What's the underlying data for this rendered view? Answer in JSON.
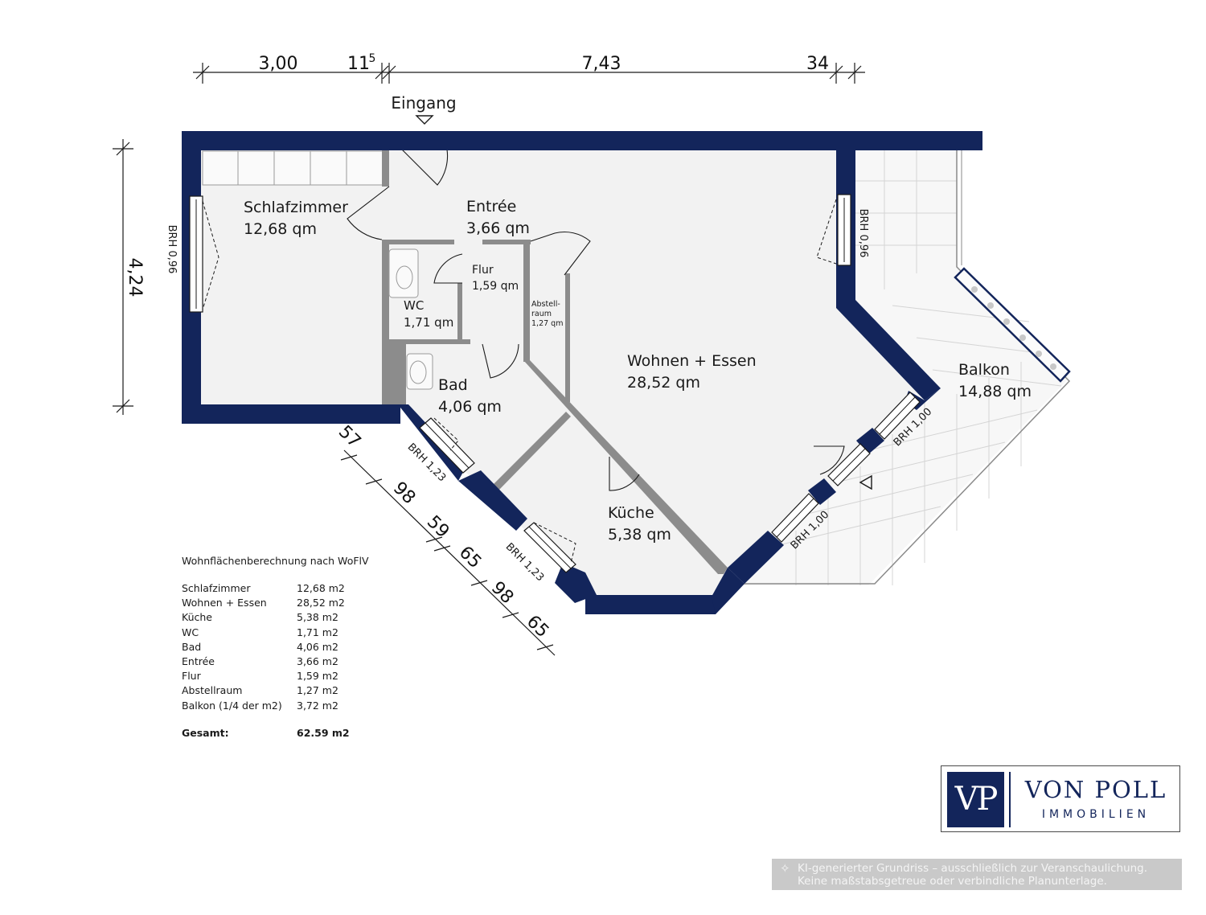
{
  "entrance_label": "Eingang",
  "dimensions": {
    "top": [
      "3,00",
      "11",
      "5",
      "7,43",
      "34"
    ],
    "left": "4,24",
    "diagonal": [
      "57",
      "98",
      "59",
      "65",
      "98",
      "65"
    ]
  },
  "rooms": [
    {
      "name": "Schlafzimmer",
      "area": "12,68 qm"
    },
    {
      "name": "Entrée",
      "area": "3,66 qm"
    },
    {
      "name": "Flur",
      "area": "1,59 qm"
    },
    {
      "name": "WC",
      "area": "1,71 qm"
    },
    {
      "name": "Abstell-",
      "name2": "raum",
      "area": "1,27 qm"
    },
    {
      "name": "Bad",
      "area": "4,06 qm"
    },
    {
      "name": "Wohnen + Essen",
      "area": "28,52 qm"
    },
    {
      "name": "Küche",
      "area": "5,38 qm"
    },
    {
      "name": "Balkon",
      "area": "14,88 qm"
    }
  ],
  "window_labels": [
    "BRH 0,96",
    "BRH 0,96",
    "BRH 1,23",
    "BRH 1,23",
    "BRH 1,00",
    "BRH 1,00"
  ],
  "area_table": {
    "heading": "Wohnflächenberechnung nach WoFlV",
    "rows": [
      {
        "name": "Schlafzimmer",
        "value": "12,68 m2"
      },
      {
        "name": "Wohnen + Essen",
        "value": "28,52 m2"
      },
      {
        "name": "Küche",
        "value": "5,38 m2"
      },
      {
        "name": "WC",
        "value": "1,71 m2"
      },
      {
        "name": "Bad",
        "value": "4,06 m2"
      },
      {
        "name": "Entrée",
        "value": "3,66 m2"
      },
      {
        "name": "Flur",
        "value": "1,59 m2"
      },
      {
        "name": "Abstellraum",
        "value": "1,27 m2"
      },
      {
        "name": "Balkon (1/4 der m2)",
        "value": "3,72 m2"
      }
    ],
    "total_label": "Gesamt:",
    "total_value": "62.59 m2"
  },
  "logo": {
    "mark": "VP",
    "name": "VON POLL",
    "sub": "IMMOBILIEN",
    "color": "#13255b"
  },
  "disclaimer": {
    "line1": "KI-generierter Grundriss – ausschließlich zur Veranschaulichung.",
    "line2": "Keine maßstabsgetreue oder verbindliche Planunterlage."
  },
  "colors": {
    "wall": "#13255b",
    "floor": "#f2f2f2",
    "disclaimer_bg": "#c9c9c9"
  }
}
